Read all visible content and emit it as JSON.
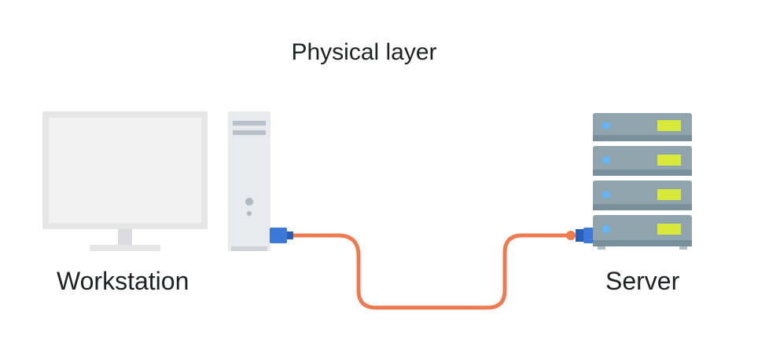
{
  "diagram": {
    "title": "Physical layer",
    "nodes": [
      {
        "id": "workstation",
        "label": "Workstation",
        "icon": "workstation-icon"
      },
      {
        "id": "server",
        "label": "Server",
        "icon": "server-rack-icon"
      }
    ],
    "link": {
      "from": "workstation",
      "to": "server",
      "medium": "network-cable"
    },
    "colors": {
      "monitor_frame": "#e6e6e6",
      "monitor_screen": "#f2f2f2",
      "tower": "#e8eaed",
      "tower_slots": "#b8c0c8",
      "cable": "#f07a50",
      "connector": "#3c78d8",
      "server_unit": "#90a4ae",
      "server_unit_dark": "#78909c",
      "server_light": "#d9e93a",
      "server_led": "#64b5f6"
    }
  }
}
